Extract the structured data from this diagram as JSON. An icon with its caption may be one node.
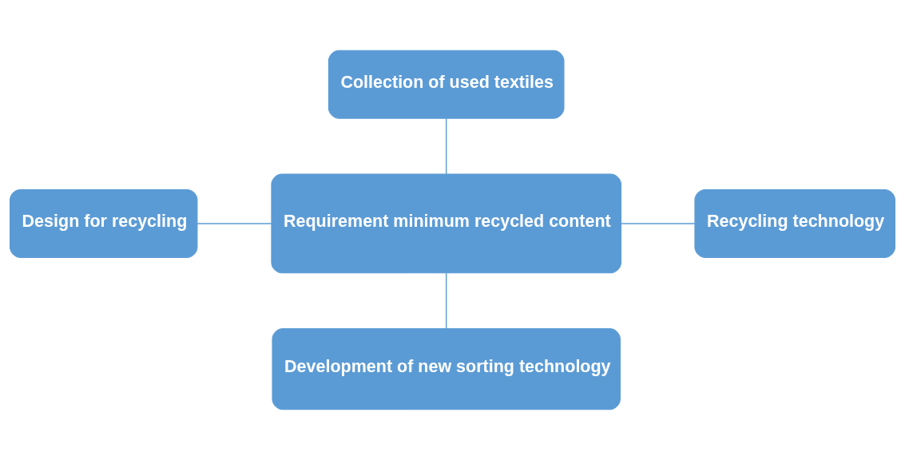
{
  "diagram": {
    "nodes": [
      {
        "text": [
          "Collection of used textiles"
        ]
      },
      {
        "text": [
          "Design for recycling"
        ]
      },
      {
        "text": [
          "Requirement minimum recycled content"
        ]
      },
      {
        "text": [
          "Recycling technology"
        ]
      },
      {
        "text": [
          "Development of new sorting technology"
        ]
      }
    ],
    "edges": [
      {
        "from": 1,
        "to": 2,
        "arrow": "none"
      },
      {
        "from": 0,
        "to": 2,
        "arrow": "none"
      },
      {
        "from": 2,
        "to": 3,
        "arrow": "none"
      },
      {
        "from": 2,
        "to": 4,
        "arrow": "none"
      }
    ]
  }
}
